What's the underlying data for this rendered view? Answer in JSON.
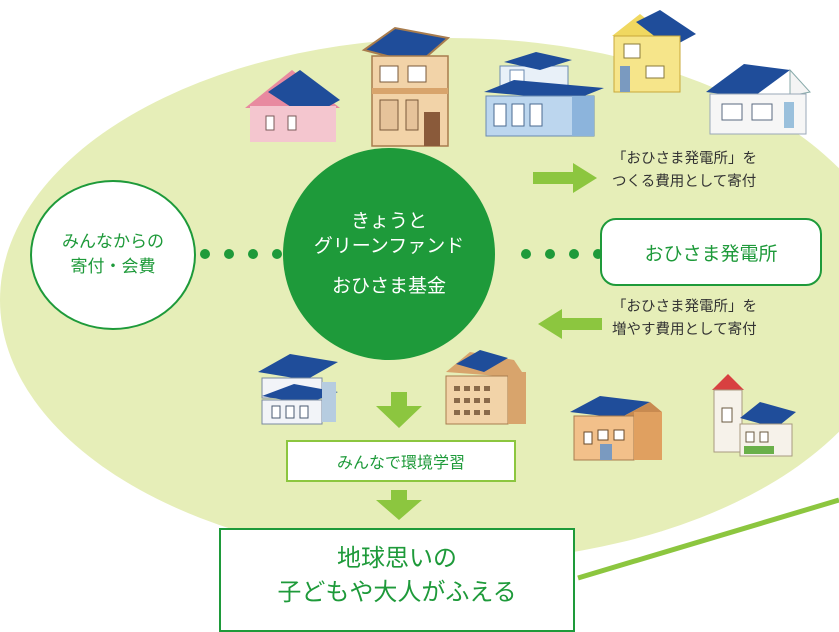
{
  "fund": {
    "line1": "きょうと",
    "line2": "グリーンファンド",
    "line3": "おひさま基金"
  },
  "donation": {
    "line1": "みんなからの",
    "line2": "寄付・会費"
  },
  "solar_plant": {
    "label": "おひさま発電所"
  },
  "note_build": {
    "line1": "「おひさま発電所」を",
    "line2": "つくる費用として寄付"
  },
  "note_increase": {
    "line1": "「おひさま発電所」を",
    "line2": "増やす費用として寄付"
  },
  "study": {
    "label": "みんなで環境学習"
  },
  "result": {
    "line1": "地球思いの",
    "line2": "子どもや大人がふえる"
  },
  "colors": {
    "dark_green": "#1e9a3a",
    "light_green": "#8cc63f",
    "background_ellipse": "#e6eeb8"
  }
}
